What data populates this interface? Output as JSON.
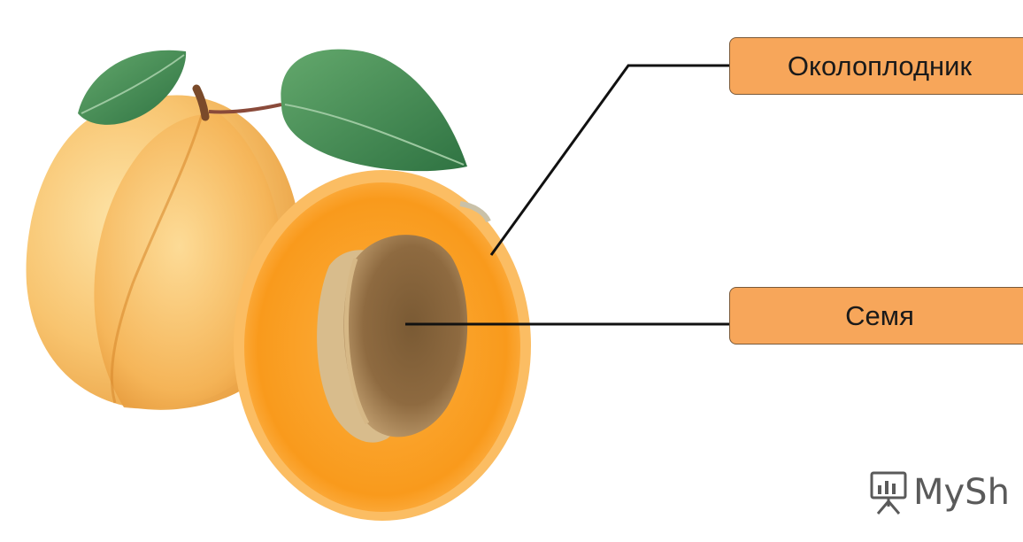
{
  "labels": {
    "pericarp": "Околоплодник",
    "seed": "Семя"
  },
  "watermark": {
    "text": "MySh",
    "icon": "presentation-board-icon"
  },
  "colors": {
    "label_fill": "#f7a65a",
    "label_border": "#7a5a3a",
    "leader_line": "#111111",
    "apricot_skin": "#f6b45a",
    "apricot_flesh": "#f99a1c",
    "pit": "#8a6a40",
    "leaf": "#3f8a4f"
  }
}
